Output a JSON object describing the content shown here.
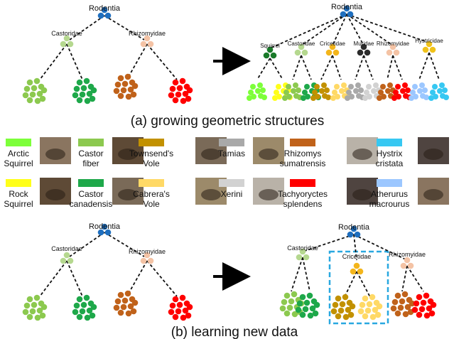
{
  "colors": {
    "rodentia": "#1f6fbf",
    "castoridae": "#b5d88f",
    "rhizomyidae": "#f4c3a5",
    "squirrel": "#1a7a2a",
    "cricetidae": "#f3b51b",
    "muridae": "#2b2b2b",
    "hystricidae": "#f0c21a",
    "arctic_squirrel": "#7dff3a",
    "castor_fiber": "#8cc94f",
    "townsends_vole": "#c29100",
    "tamias": "#a9a9a9",
    "rhizomys_sumatrensis": "#c0621a",
    "hystrix_cristata": "#37c8f2",
    "rock_squirrel": "#ffff1a",
    "castor_canadensis": "#1ea84a",
    "cabreras_vole": "#ffd966",
    "xerini": "#d2d2d2",
    "tachyoryctes_splendens": "#ff0000",
    "atherurus_macrourus": "#9cc7ff",
    "highlight_box": "#29a8e0",
    "edge": "#111111"
  },
  "part_a": {
    "caption": "(a) growing geometric structures",
    "left_tree": {
      "root": "Rodentia",
      "child_left": "Castoridae",
      "child_right": "Rhizomyidae"
    },
    "right_tree": {
      "root": "Rodentia",
      "children": [
        "Squirrel",
        "Castoridae",
        "Cricetidae",
        "Muridae",
        "Rhizomyidae",
        "Hystricidae"
      ]
    }
  },
  "part_b": {
    "caption": "(b) learning new data",
    "left_tree": {
      "root": "Rodentia",
      "child_left": "Castoridae",
      "child_right": "Rhizomyidae"
    },
    "right_tree": {
      "root": "Rodentia",
      "child_left": "Castoridae",
      "child_middle": "Cricetidae",
      "child_right": "Rhizomyidae"
    }
  },
  "legend": {
    "row1": [
      {
        "line1": "Arctic",
        "line2": "Squirrel",
        "color_key": "arctic_squirrel"
      },
      {
        "line1": "Castor",
        "line2": "fiber",
        "color_key": "castor_fiber"
      },
      {
        "line1": "Townsend's",
        "line2": "Vole",
        "color_key": "townsends_vole"
      },
      {
        "line1": "Tamias",
        "line2": "",
        "color_key": "tamias"
      },
      {
        "line1": "Rhizomys",
        "line2": "sumatrensis",
        "color_key": "rhizomys_sumatrensis"
      },
      {
        "line1": "Hystrix",
        "line2": "cristata",
        "color_key": "hystrix_cristata"
      }
    ],
    "row2": [
      {
        "line1": "Rock",
        "line2": "Squirrel",
        "color_key": "rock_squirrel"
      },
      {
        "line1": "Castor",
        "line2": "canadensis",
        "color_key": "castor_canadensis"
      },
      {
        "line1": "Cabrera's",
        "line2": "Vole",
        "color_key": "cabreras_vole"
      },
      {
        "line1": "Xerini",
        "line2": "",
        "color_key": "xerini"
      },
      {
        "line1": "Tachyoryctes",
        "line2": "splendens",
        "color_key": "tachyoryctes_splendens"
      },
      {
        "line1": "Atherurus",
        "line2": "macrourus",
        "color_key": "atherurus_macrourus"
      }
    ]
  }
}
